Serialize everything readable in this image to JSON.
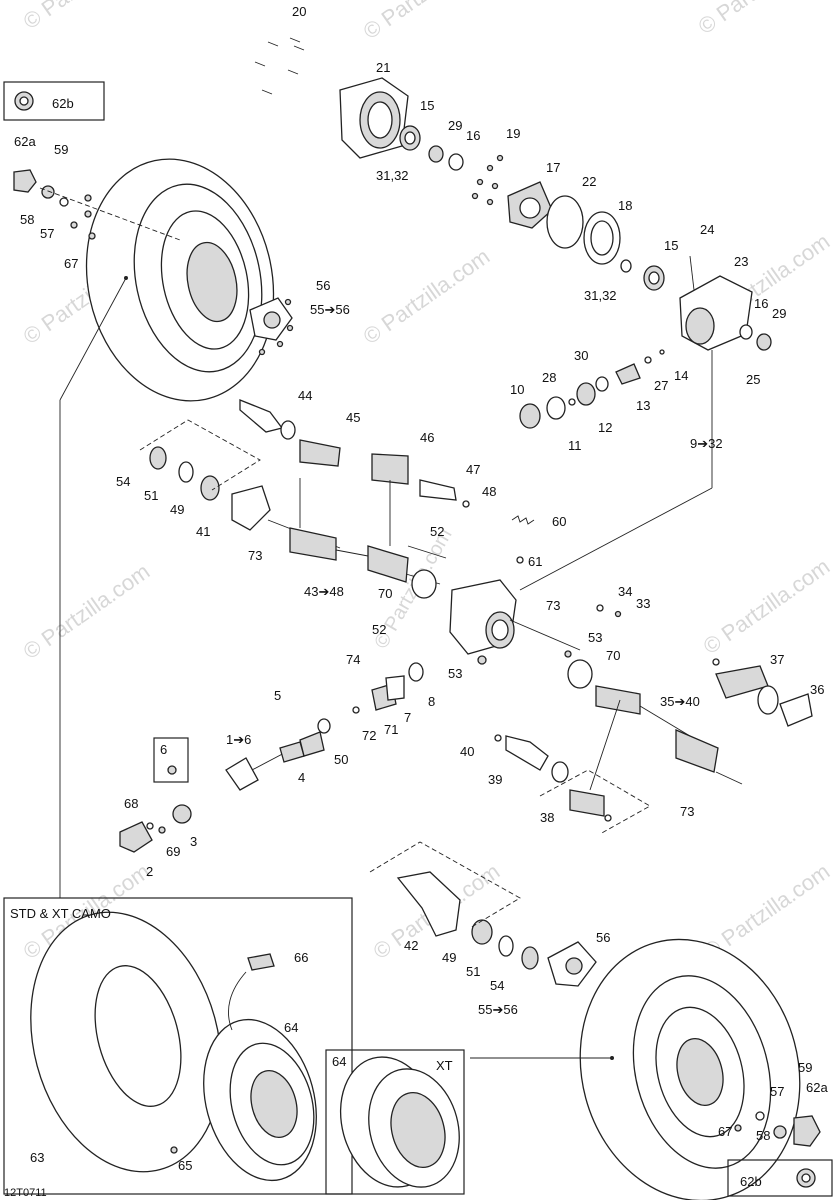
{
  "figure": {
    "code": "12T0711",
    "box_std_title": "STD & XT CAMO",
    "box_xt_title": "XT",
    "watermark": "© Partzilla.com",
    "colors": {
      "ink": "#222222",
      "tire_fill": "#ffffff",
      "watermark": "#b8b8b8"
    }
  },
  "labels": {
    "l20": "20",
    "l21": "21",
    "l15a": "15",
    "l29a": "29",
    "l16a": "16",
    "l19": "19",
    "l3132a": "31,32",
    "l17": "17",
    "l22": "22",
    "l18": "18",
    "l24": "24",
    "l15b": "15",
    "l23": "23",
    "l3132b": "31,32",
    "l16b": "16",
    "l29b": "29",
    "l25": "25",
    "l30": "30",
    "l28": "28",
    "l27": "27",
    "l14": "14",
    "l13": "13",
    "l10": "10",
    "l11": "11",
    "l12": "12",
    "l932": "9➔32",
    "l62b_top": "62b",
    "l62a_top": "62a",
    "l59_top": "59",
    "l58_top": "58",
    "l57_top": "57",
    "l67_top": "67",
    "l56_top": "56",
    "l5556_top": "55➔56",
    "l44": "44",
    "l45": "45",
    "l46": "46",
    "l47": "47",
    "l48": "48",
    "l54_top": "54",
    "l51_top": "51",
    "l49_top": "49",
    "l41": "41",
    "l73a": "73",
    "l52a": "52",
    "l60": "60",
    "l61": "61",
    "l4348": "43➔48",
    "l70a": "70",
    "l73b": "73",
    "l34": "34",
    "l33": "33",
    "l52b": "52",
    "l53a": "53",
    "l74": "74",
    "l53b": "53",
    "l70b": "70",
    "l37": "37",
    "l36": "36",
    "l3540": "35➔40",
    "l5": "5",
    "l16": "1➔6",
    "l8": "8",
    "l7": "7",
    "l71": "71",
    "l72": "72",
    "l50": "50",
    "l4": "4",
    "l6": "6",
    "l40": "40",
    "l39": "39",
    "l38": "38",
    "l73c": "73",
    "l68": "68",
    "l69": "69",
    "l3": "3",
    "l2": "2",
    "l42": "42",
    "l49_bot": "49",
    "l51_bot": "51",
    "l54_bot": "54",
    "l56_bot": "56",
    "l5556_bot": "55➔56",
    "l66": "66",
    "l64a": "64",
    "l63": "63",
    "l65": "65",
    "l64b": "64",
    "l57_bot": "57",
    "l59_bot": "59",
    "l62a_bot": "62a",
    "l67_bot": "67",
    "l58_bot": "58",
    "l62b_bot": "62b"
  }
}
